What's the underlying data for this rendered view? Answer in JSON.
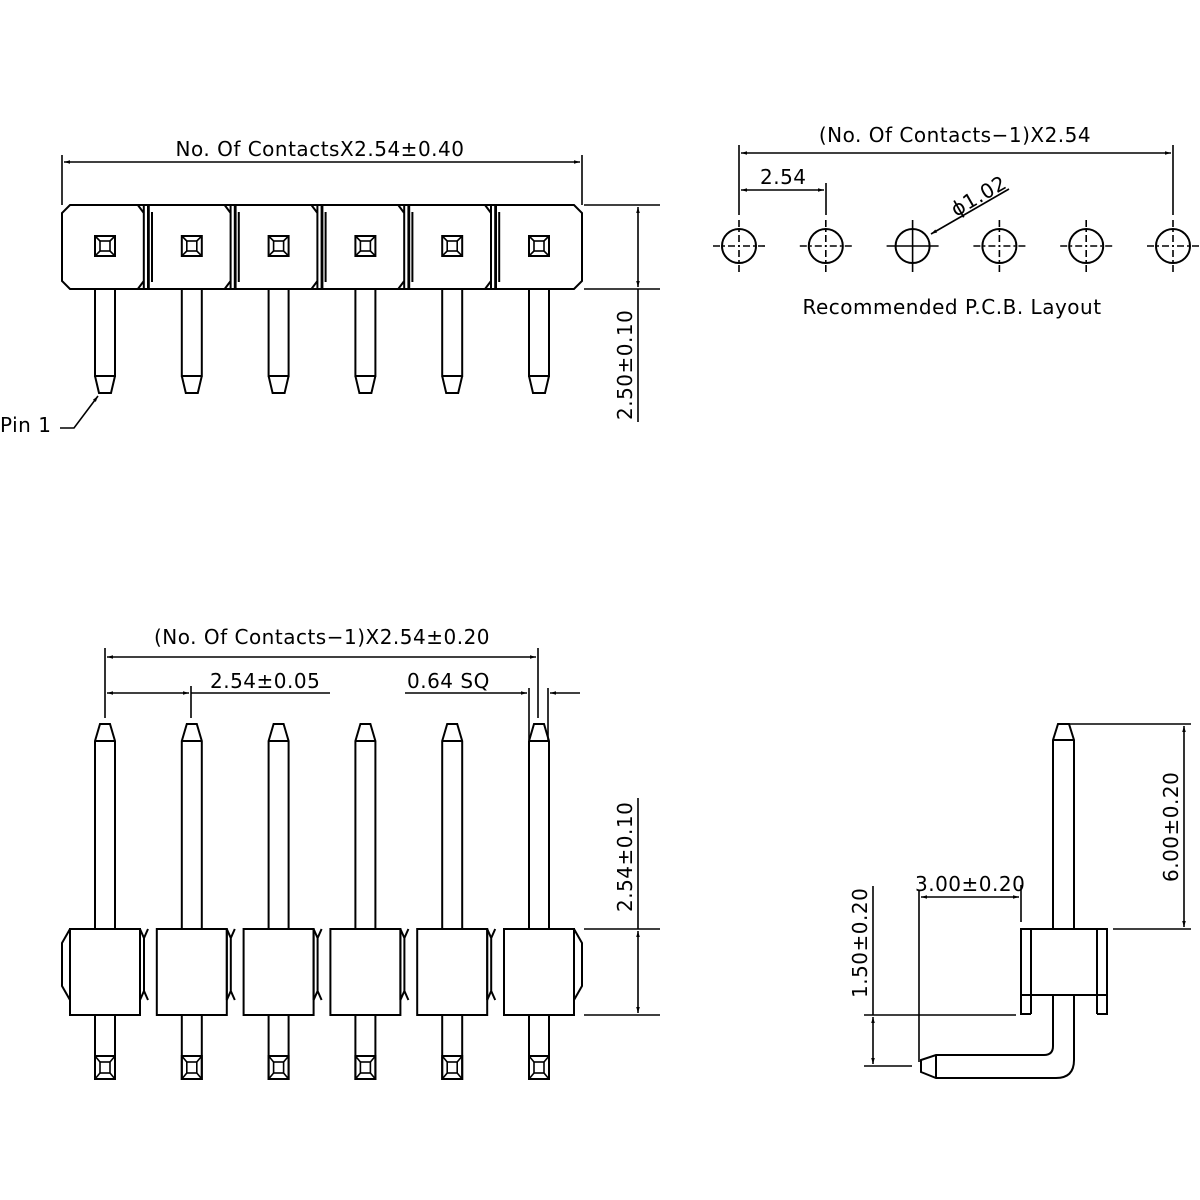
{
  "drawing": {
    "title": "Single Row Right-Angle Pin Header, 2.54mm Pitch",
    "contacts_shown": 6,
    "line_color": "#000000",
    "background": "#ffffff"
  },
  "top_view": {
    "overall_length_label": "No. Of ContactsX2.54±0.40",
    "body_height_label": "2.50±0.10",
    "pin1_label": "Pin 1"
  },
  "pcb_layout": {
    "span_label": "(No. Of Contacts−1)X2.54",
    "pitch_label": "2.54",
    "hole_diameter_label": "ϕ1.02",
    "caption": "Recommended P.C.B. Layout",
    "holes": 6
  },
  "front_view": {
    "span_label": "(No. Of Contacts−1)X2.54±0.20",
    "pitch_label": "2.54±0.05",
    "pin_size_label": "0.64 SQ",
    "body_height_label": "2.54±0.10"
  },
  "side_view": {
    "pin_height_label": "6.00±0.20",
    "bend_length_label": "3.00±0.20",
    "bend_offset_label": "1.50±0.20"
  }
}
